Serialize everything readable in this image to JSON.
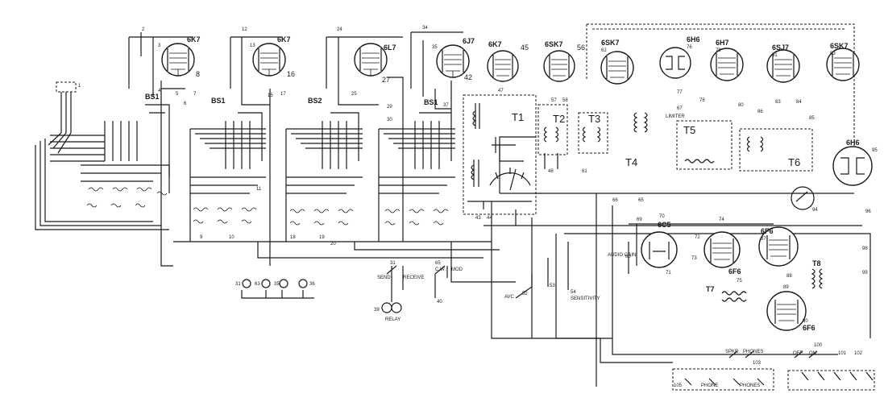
{
  "tubes": [
    {
      "type": "6K7",
      "num": "8"
    },
    {
      "type": "6K7",
      "num": "16"
    },
    {
      "type": "6L7",
      "num": "27"
    },
    {
      "type": "6J7",
      "num": "42"
    },
    {
      "type": "6K7",
      "num": "45"
    },
    {
      "type": "6SK7",
      "num": "56"
    },
    {
      "type": "6SK7",
      "num": "62"
    },
    {
      "type": "6H6",
      "num": "76"
    },
    {
      "type": "6H7",
      "num": "79"
    },
    {
      "type": "6SJ7",
      "num": "81"
    },
    {
      "type": "6SK7",
      "num": "93"
    },
    {
      "type": "6H6",
      "num": "95"
    },
    {
      "type": "6C5",
      "num": "71"
    },
    {
      "type": "6F6",
      "num": "75"
    },
    {
      "type": "6F6",
      "num": "87"
    },
    {
      "type": "6F6",
      "num": "90"
    }
  ],
  "transformers": [
    "T1",
    "T2",
    "T3",
    "T4",
    "T5",
    "T6",
    "T7",
    "T8"
  ],
  "bands": [
    "BS1",
    "BS2",
    "BS1",
    "BS1"
  ],
  "switch_labels": {
    "send": "SEND",
    "receive": "RECEIVE",
    "cw": "C.W.",
    "mod": "MOD",
    "avc": "AVC",
    "sensitivity": "SENSITIVITY",
    "audio_gain": "AUDIO GAIN",
    "limiter": "LIMITER",
    "spkr": "SPKR",
    "phones": "PHONES",
    "off": "OFF",
    "on": "ON",
    "phone": "PHONE",
    "relay": "RELAY"
  },
  "part_numbers": {
    "n2": "2",
    "n3": "3",
    "n4": "4",
    "n5": "5",
    "n6": "6",
    "n7": "7",
    "n9": "9",
    "n10": "10",
    "n11": "11",
    "n12": "12",
    "n13": "13",
    "n15": "15",
    "n17": "17",
    "n18": "18",
    "n19": "19",
    "n20": "20",
    "n24": "24",
    "n25": "25",
    "n29": "29",
    "n30": "30",
    "n31": "31",
    "n34": "34",
    "n35": "35",
    "n37": "37",
    "n39": "39",
    "n40": "40",
    "n43": "43",
    "n44": "44",
    "n47": "47",
    "n48": "48",
    "n52": "52",
    "n53": "53",
    "n54": "54",
    "n57": "57",
    "n58": "58",
    "n61": "61",
    "n65": "65",
    "n66": "66",
    "n67": "67",
    "n68": "68",
    "n69": "69",
    "n70": "70",
    "n72": "72",
    "n73": "73",
    "n74": "74",
    "n77": "77",
    "n78": "78",
    "n80": "80",
    "n83": "83",
    "n84": "84",
    "n85": "85",
    "n86": "86",
    "n88": "88",
    "n89": "89",
    "n94": "94",
    "n96": "96",
    "n97": "97",
    "n98": "98",
    "n99": "99",
    "n100": "100",
    "n101": "101",
    "n102": "102",
    "n103": "103",
    "n105": "105"
  },
  "connector_labels": [
    "31",
    "63",
    "35",
    "36"
  ]
}
